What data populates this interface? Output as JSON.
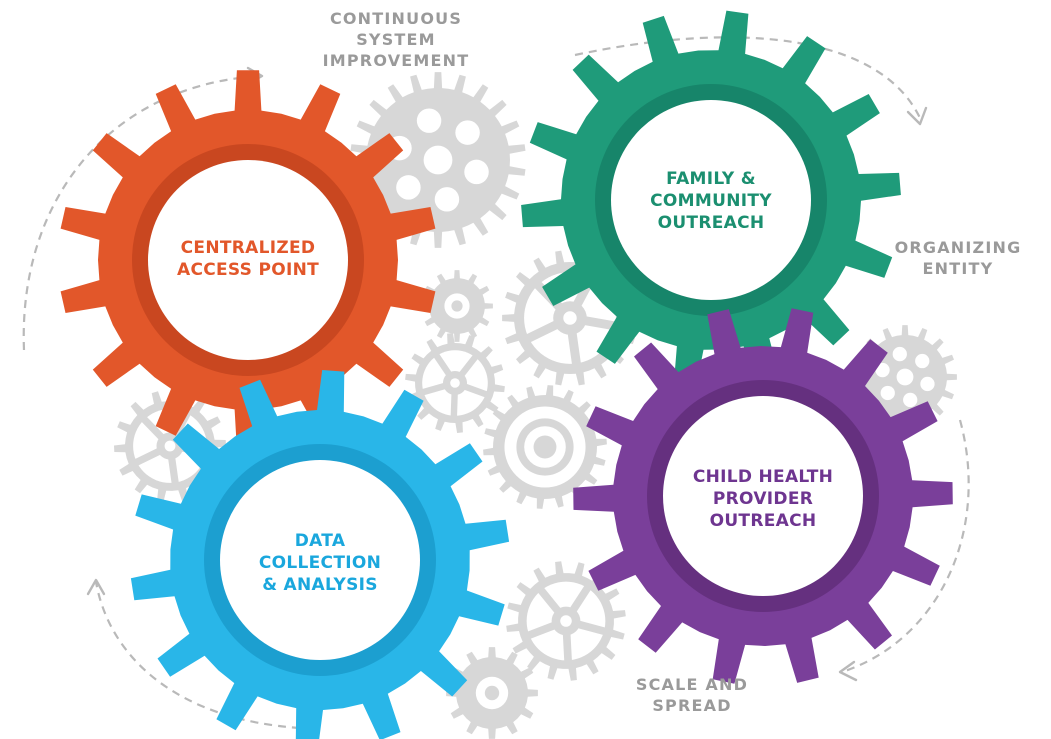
{
  "stages": [
    {
      "id": "centralized-access-point",
      "lines": [
        "CENTRALIZED",
        "ACCESS POINT"
      ],
      "color": "#e2572a",
      "ring_color": "#c94720",
      "text_color": "#e2572a"
    },
    {
      "id": "family-community-outreach",
      "lines": [
        "FAMILY &",
        "COMMUNITY",
        "OUTREACH"
      ],
      "color": "#1f9b7a",
      "ring_color": "#17856a",
      "text_color": "#1b8f70"
    },
    {
      "id": "data-collection-analysis",
      "lines": [
        "DATA",
        "COLLECTION",
        "& ANALYSIS"
      ],
      "color": "#29b6e8",
      "ring_color": "#1c9fd0",
      "text_color": "#1aa7dd"
    },
    {
      "id": "child-health-provider-outreach",
      "lines": [
        "CHILD HEALTH",
        "PROVIDER",
        "OUTREACH"
      ],
      "color": "#7a3f9a",
      "ring_color": "#65307f",
      "text_color": "#6e3590"
    }
  ],
  "outer_labels": [
    {
      "id": "continuous-system-improvement",
      "lines": [
        "CONTINUOUS",
        "SYSTEM",
        "IMPROVEMENT"
      ]
    },
    {
      "id": "organizing-entity",
      "lines": [
        "ORGANIZING",
        "ENTITY"
      ]
    },
    {
      "id": "scale-and-spread",
      "lines": [
        "SCALE AND",
        "SPREAD"
      ]
    }
  ],
  "colors": {
    "outer_label": "#9a9a9a",
    "decorative_gear": "#d7d7d7",
    "decorative_gear_hole": "#ffffff",
    "arrow": "#b9b9b9"
  }
}
